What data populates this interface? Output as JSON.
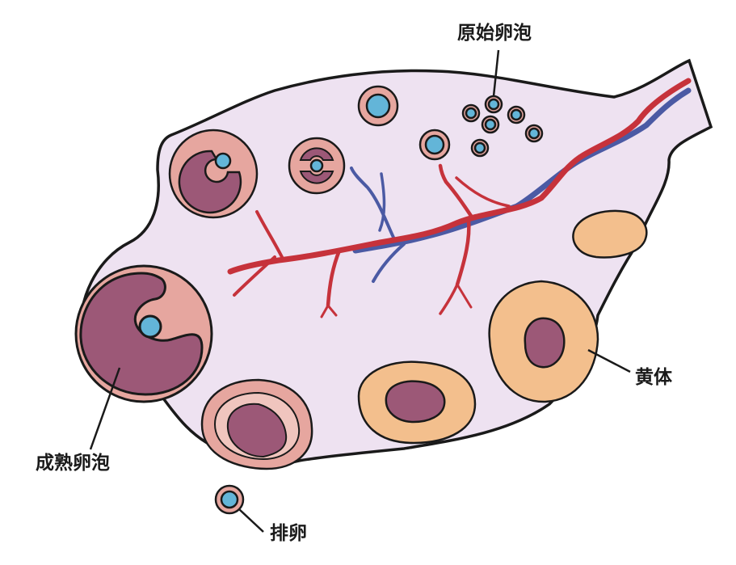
{
  "labels": {
    "primordial_follicle": "原始卵泡",
    "mature_follicle": "成熟卵泡",
    "ovulation": "排卵",
    "corpus_luteum": "黄体"
  },
  "colors": {
    "ovary_fill": "#eee2f1",
    "outline": "#1a1a1a",
    "follicle_outer": "#e6a69f",
    "follicle_inner": "#9c5877",
    "oocyte": "#63b5d8",
    "corpus_luteum": "#f3bf8d",
    "artery": "#c6323b",
    "vein": "#4b5aa4"
  }
}
